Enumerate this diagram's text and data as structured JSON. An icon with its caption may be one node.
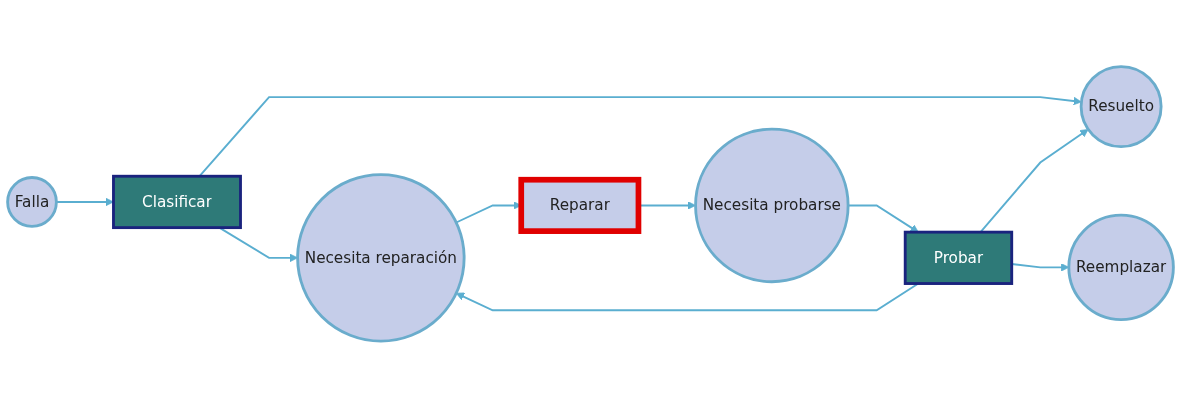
{
  "diagram": {
    "nodes": [
      {
        "text": [
          "Falla"
        ]
      },
      {
        "text": [
          "Clasificar"
        ]
      },
      {
        "text": [
          "Resuelto"
        ]
      },
      {
        "text": [
          "Necesita reparación"
        ]
      },
      {
        "text": [
          "Reparar"
        ]
      },
      {
        "text": [
          "Necesita probarse"
        ]
      },
      {
        "text": [
          "Probar"
        ]
      },
      {
        "text": [
          "Reemplazar"
        ]
      }
    ],
    "edges": [
      {
        "from": 0,
        "to": 1,
        "arrow": "to"
      },
      {
        "from": 1,
        "to": 2,
        "arrow": "to"
      },
      {
        "from": 1,
        "to": 3,
        "arrow": "to"
      },
      {
        "from": 3,
        "to": 4,
        "arrow": "to"
      },
      {
        "from": 4,
        "to": 5,
        "arrow": "to"
      },
      {
        "from": 5,
        "to": 6,
        "arrow": "to"
      },
      {
        "from": 6,
        "to": 2,
        "arrow": "to"
      },
      {
        "from": 6,
        "to": 7,
        "arrow": "to"
      },
      {
        "from": 6,
        "to": 3,
        "arrow": "to"
      }
    ]
  }
}
